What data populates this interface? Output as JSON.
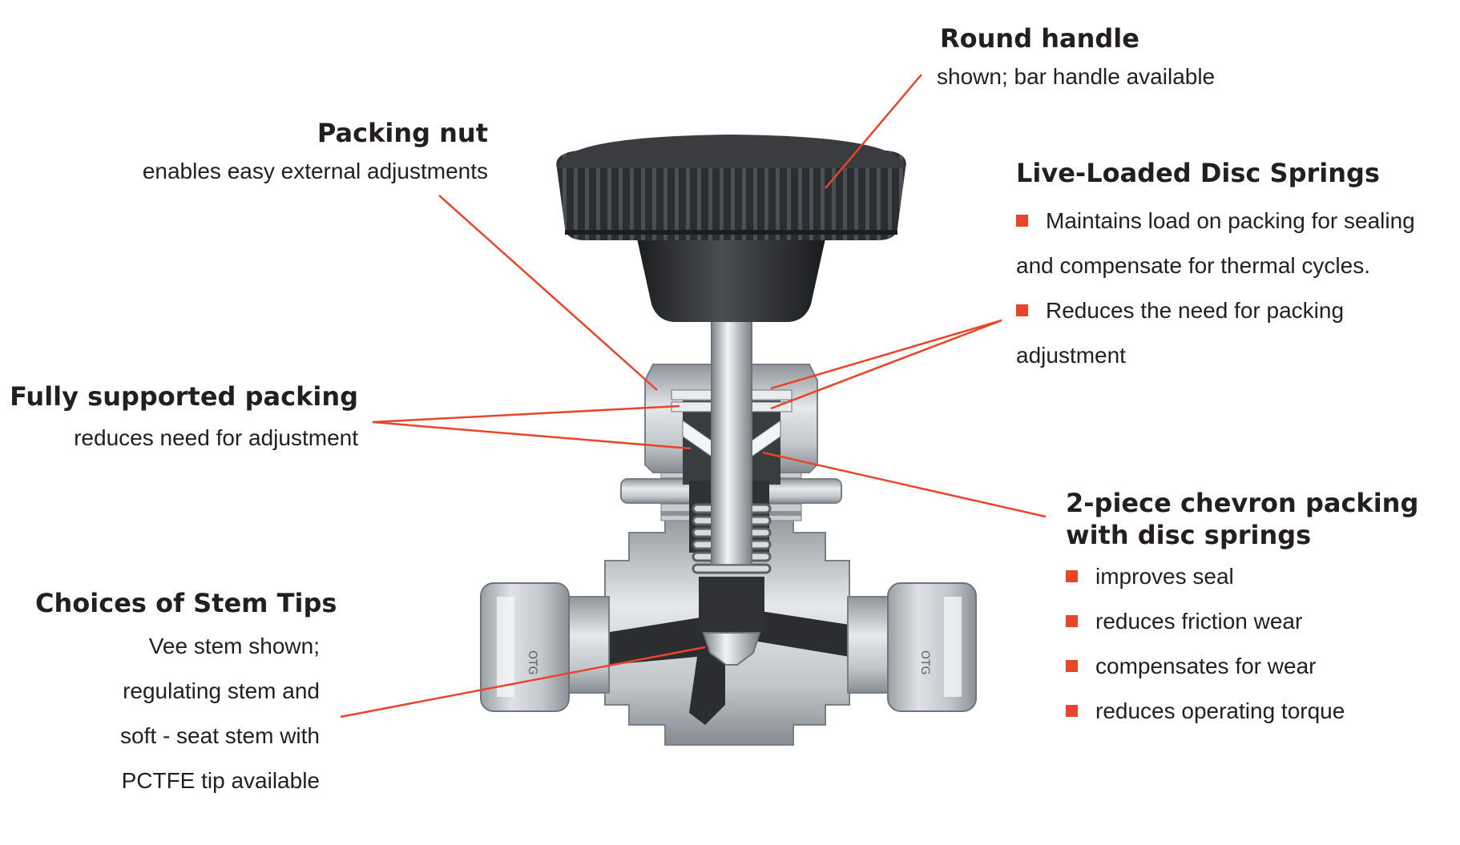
{
  "colors": {
    "leader": "#e8462a",
    "bullet": "#e8462a",
    "text": "#231f20",
    "metal": "#b8bdc2",
    "metal_dark": "#6e7479",
    "handle": "#2a2c2f"
  },
  "callouts": {
    "round_handle": {
      "title": "Round handle",
      "desc": "shown; bar handle available"
    },
    "packing_nut": {
      "title": "Packing nut",
      "desc": "enables easy external adjustments"
    },
    "live_loaded": {
      "title": "Live-Loaded Disc Springs",
      "lines": [
        "Maintains load on packing for sealing",
        "and compensate for thermal cycles.",
        "Reduces the need for packing",
        "adjustment"
      ]
    },
    "fully_supported": {
      "title": "Fully supported packing",
      "desc": "reduces need for adjustment"
    },
    "chevron": {
      "title_line1": "2-piece chevron packing",
      "title_line2": "with disc springs",
      "items": [
        "improves seal",
        "reduces friction wear",
        "compensates for wear",
        "reduces operating torque"
      ]
    },
    "stem_tips": {
      "title": "Choices of Stem Tips",
      "lines": [
        "Vee stem shown;",
        "regulating stem and",
        "soft - seat stem with",
        "PCTFE tip available"
      ]
    }
  },
  "nut_marking": "OTG",
  "icons": {
    "bullet": "square-bullet-icon"
  }
}
